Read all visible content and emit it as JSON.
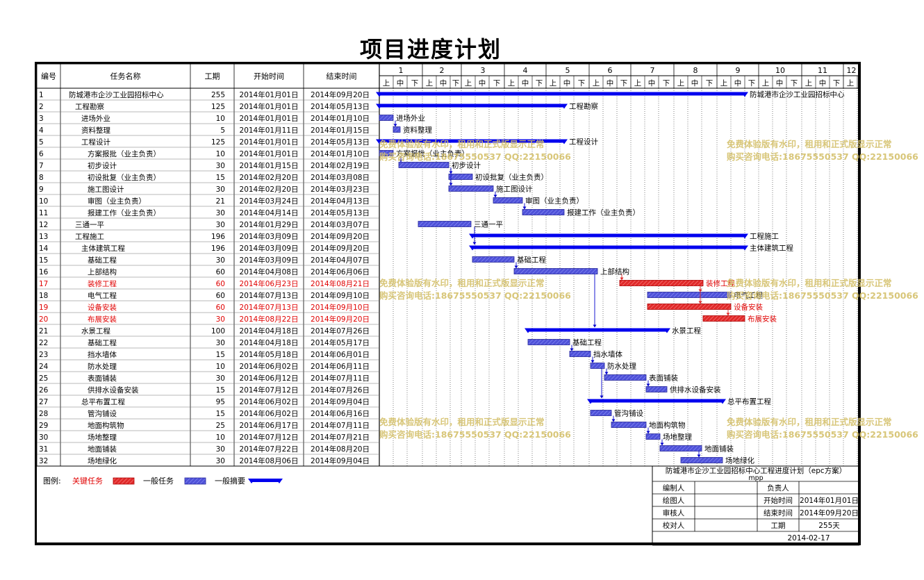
{
  "title": "项目进度计划",
  "headers": {
    "id": "编号",
    "name": "任务名称",
    "dur": "工期",
    "start": "开始时间",
    "end": "结束时间"
  },
  "months": [
    "1",
    "2",
    "3",
    "4",
    "5",
    "6",
    "7",
    "8",
    "9",
    "10",
    "11",
    "12"
  ],
  "thirds": [
    "上",
    "中",
    "下"
  ],
  "tasks": [
    {
      "id": "1",
      "name": "防城港市企沙工业园招标中心",
      "level": 0,
      "dur": "255",
      "start": "2014年01月01日",
      "end": "2014年09月20日",
      "type": "summary",
      "label": "防城港市企沙工业园招标中心"
    },
    {
      "id": "2",
      "name": "工程勘察",
      "level": 1,
      "dur": "125",
      "start": "2014年01月01日",
      "end": "2014年05月13日",
      "type": "summary",
      "label": "工程勘察"
    },
    {
      "id": "3",
      "name": "进场外业",
      "level": 2,
      "dur": "10",
      "start": "2014年01月01日",
      "end": "2014年01月10日",
      "type": "normal",
      "label": "进场外业"
    },
    {
      "id": "4",
      "name": "资料整理",
      "level": 2,
      "dur": "5",
      "start": "2014年01月11日",
      "end": "2014年01月15日",
      "type": "normal",
      "label": "资料整理"
    },
    {
      "id": "5",
      "name": "工程设计",
      "level": 2,
      "dur": "125",
      "start": "2014年01月01日",
      "end": "2014年05月13日",
      "type": "summary",
      "label": "工程设计"
    },
    {
      "id": "6",
      "name": "方案报批（业主负责）",
      "level": 3,
      "dur": "10",
      "start": "2014年01月01日",
      "end": "2014年01月10日",
      "type": "normal",
      "label": "方案报批（业主负责）"
    },
    {
      "id": "7",
      "name": "初步设计",
      "level": 3,
      "dur": "30",
      "start": "2014年01月15日",
      "end": "2014年02月19日",
      "type": "normal",
      "label": "初步设计"
    },
    {
      "id": "8",
      "name": "初设批复（业主负责）",
      "level": 3,
      "dur": "15",
      "start": "2014年02月20日",
      "end": "2014年03月08日",
      "type": "normal",
      "label": "初设批复（业主负责）"
    },
    {
      "id": "9",
      "name": "施工图设计",
      "level": 3,
      "dur": "30",
      "start": "2014年02月20日",
      "end": "2014年03月23日",
      "type": "normal",
      "label": "施工图设计"
    },
    {
      "id": "10",
      "name": "审图（业主负责）",
      "level": 3,
      "dur": "21",
      "start": "2014年03月24日",
      "end": "2014年04月13日",
      "type": "normal",
      "label": "审图（业主负责）"
    },
    {
      "id": "11",
      "name": "报建工作（业主负责）",
      "level": 3,
      "dur": "30",
      "start": "2014年04月14日",
      "end": "2014年05月13日",
      "type": "normal",
      "label": "报建工作（业主负责）"
    },
    {
      "id": "12",
      "name": "三通一平",
      "level": 1,
      "dur": "30",
      "start": "2014年01月29日",
      "end": "2014年03月07日",
      "type": "normal",
      "label": "三通一平"
    },
    {
      "id": "13",
      "name": "工程施工",
      "level": 1,
      "dur": "196",
      "start": "2014年03月09日",
      "end": "2014年09月20日",
      "type": "summary",
      "label": "工程施工"
    },
    {
      "id": "14",
      "name": "主体建筑工程",
      "level": 2,
      "dur": "196",
      "start": "2014年03月09日",
      "end": "2014年09月20日",
      "type": "summary",
      "label": "主体建筑工程"
    },
    {
      "id": "15",
      "name": "基础工程",
      "level": 3,
      "dur": "30",
      "start": "2014年03月09日",
      "end": "2014年04月07日",
      "type": "normal",
      "label": "基础工程"
    },
    {
      "id": "16",
      "name": "上部结构",
      "level": 3,
      "dur": "60",
      "start": "2014年04月08日",
      "end": "2014年06月06日",
      "type": "normal",
      "label": "上部结构"
    },
    {
      "id": "17",
      "name": "装修工程",
      "level": 3,
      "dur": "60",
      "start": "2014年06月23日",
      "end": "2014年08月21日",
      "type": "critical",
      "label": "装修工程"
    },
    {
      "id": "18",
      "name": "电气工程",
      "level": 3,
      "dur": "60",
      "start": "2014年07月13日",
      "end": "2014年09月10日",
      "type": "normal",
      "label": "电气工程"
    },
    {
      "id": "19",
      "name": "设备安装",
      "level": 3,
      "dur": "60",
      "start": "2014年07月13日",
      "end": "2014年09月10日",
      "type": "critical",
      "label": "设备安装"
    },
    {
      "id": "20",
      "name": "布展安装",
      "level": 3,
      "dur": "30",
      "start": "2014年08月22日",
      "end": "2014年09月20日",
      "type": "critical",
      "label": "布展安装"
    },
    {
      "id": "21",
      "name": "水景工程",
      "level": 2,
      "dur": "100",
      "start": "2014年04月18日",
      "end": "2014年07月26日",
      "type": "summary",
      "label": "水景工程"
    },
    {
      "id": "22",
      "name": "基础工程",
      "level": 3,
      "dur": "30",
      "start": "2014年04月18日",
      "end": "2014年05月17日",
      "type": "normal",
      "label": "基础工程"
    },
    {
      "id": "23",
      "name": "挡水墙体",
      "level": 3,
      "dur": "15",
      "start": "2014年05月18日",
      "end": "2014年06月01日",
      "type": "normal",
      "label": "挡水墙体"
    },
    {
      "id": "24",
      "name": "防水处理",
      "level": 3,
      "dur": "10",
      "start": "2014年06月02日",
      "end": "2014年06月11日",
      "type": "normal",
      "label": "防水处理"
    },
    {
      "id": "25",
      "name": "表面铺装",
      "level": 3,
      "dur": "30",
      "start": "2014年06月12日",
      "end": "2014年07月11日",
      "type": "normal",
      "label": "表面铺装"
    },
    {
      "id": "26",
      "name": "供排水设备安装",
      "level": 3,
      "dur": "15",
      "start": "2014年07月12日",
      "end": "2014年07月26日",
      "type": "normal",
      "label": "供排水设备安装"
    },
    {
      "id": "27",
      "name": "总平布置工程",
      "level": 2,
      "dur": "95",
      "start": "2014年06月02日",
      "end": "2014年09月04日",
      "type": "summary",
      "label": "总平布置工程"
    },
    {
      "id": "28",
      "name": "管沟铺设",
      "level": 3,
      "dur": "15",
      "start": "2014年06月02日",
      "end": "2014年06月16日",
      "type": "normal",
      "label": "管沟铺设"
    },
    {
      "id": "29",
      "name": "地面构筑物",
      "level": 3,
      "dur": "25",
      "start": "2014年06月17日",
      "end": "2014年07月11日",
      "type": "normal",
      "label": "地面构筑物"
    },
    {
      "id": "30",
      "name": "场地整理",
      "level": 3,
      "dur": "10",
      "start": "2014年07月12日",
      "end": "2014年07月21日",
      "type": "normal",
      "label": "场地整理"
    },
    {
      "id": "31",
      "name": "地面铺装",
      "level": 3,
      "dur": "30",
      "start": "2014年07月22日",
      "end": "2014年08月20日",
      "type": "normal",
      "label": "地面铺装"
    },
    {
      "id": "32",
      "name": "场地绿化",
      "level": 3,
      "dur": "30",
      "start": "2014年08月06日",
      "end": "2014年09月04日",
      "type": "normal",
      "label": "场地绿化"
    }
  ],
  "links": [
    [
      3,
      4
    ],
    [
      6,
      7
    ],
    [
      7,
      8
    ],
    [
      7,
      9
    ],
    [
      9,
      10
    ],
    [
      10,
      11
    ],
    [
      12,
      14
    ],
    [
      15,
      16
    ],
    [
      16,
      17
    ],
    [
      17,
      18
    ],
    [
      17,
      19
    ],
    [
      19,
      20
    ],
    [
      16,
      21
    ],
    [
      22,
      23
    ],
    [
      23,
      24
    ],
    [
      24,
      25
    ],
    [
      25,
      26
    ],
    [
      24,
      27
    ],
    [
      28,
      29
    ],
    [
      29,
      30
    ],
    [
      30,
      31
    ],
    [
      31,
      32
    ]
  ],
  "legend": {
    "prefix": "图例:",
    "critical": "关键任务",
    "normal": "一般任务",
    "summary": "一般摘要"
  },
  "info": {
    "project_title": "防城港市企沙工业园招标中心工程进度计划（epc方案）",
    "project_file": "mpp",
    "rows": [
      {
        "label": "编制人",
        "value": "",
        "label2": "负责人",
        "value2": ""
      },
      {
        "label": "绘图人",
        "value": "",
        "label2": "开始时间",
        "value2": "2014年01月01日"
      },
      {
        "label": "审核人",
        "value": "",
        "label2": "结束时间",
        "value2": "2014年09月20日"
      },
      {
        "label": "校对人",
        "value": "",
        "label2": "工期",
        "value2": "255天"
      }
    ],
    "date": "2014-02-17"
  },
  "watermark": {
    "line1": "免费体验版有水印，租用和正式版显示正常",
    "line2": "购买咨询电话:18675550537 QQ:22150066"
  },
  "colors": {
    "summary": "#0000ee",
    "normal": "#4f52d8",
    "critical": "#e02a2a",
    "critical_text": "#e00000",
    "watermark": "#d4c06a"
  }
}
